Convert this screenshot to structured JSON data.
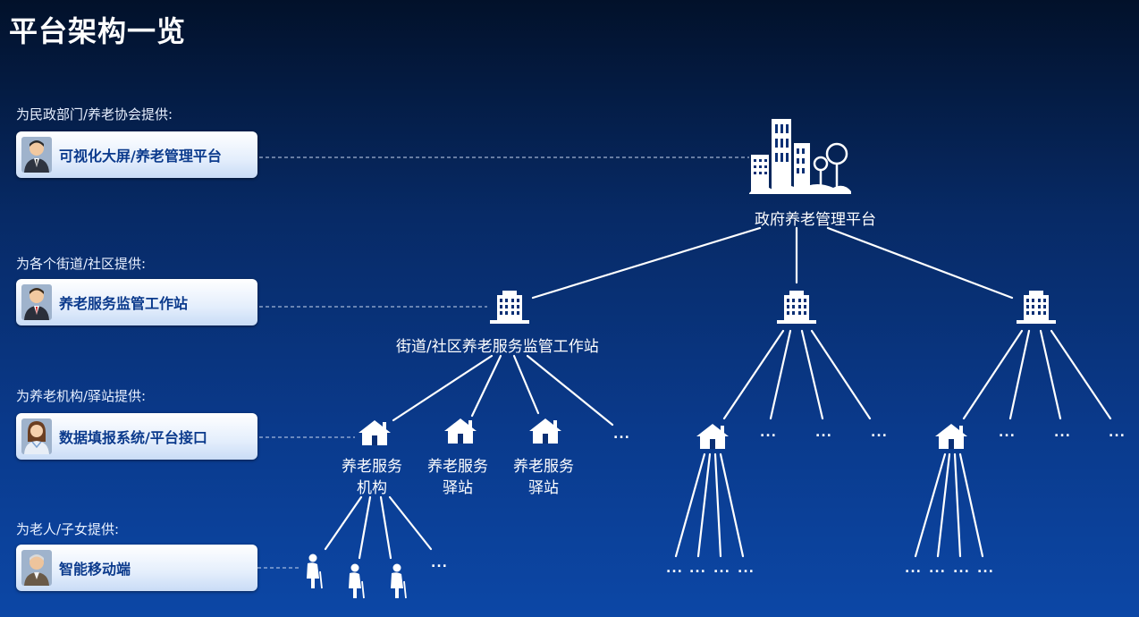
{
  "title": "平台架构一览",
  "roles": [
    {
      "label": "为民政部门/养老协会提供:",
      "card": "可视化大屏/养老管理平台",
      "avatar": "businessman-avatar"
    },
    {
      "label": "为各个街道/社区提供:",
      "card": "养老服务监管工作站",
      "avatar": "manager-red-tie-avatar"
    },
    {
      "label": "为养老机构/驿站提供:",
      "card": "数据填报系统/平台接口",
      "avatar": "woman-avatar"
    },
    {
      "label": "为老人/子女提供:",
      "card": "智能移动端",
      "avatar": "elderly-man-avatar"
    }
  ],
  "nodes": {
    "government": "政府养老管理平台",
    "street_station": "街道/社区养老服务监管工作站",
    "institution_line1": "养老服务",
    "institution_line2": "机构",
    "station_a_line1": "养老服务",
    "station_a_line2": "驿站",
    "station_b_line1": "养老服务",
    "station_b_line2": "驿站"
  },
  "ellipsis": "...",
  "icons": {
    "government": "city-buildings-trees-icon",
    "street": "office-building-icon",
    "facility": "house-icon",
    "elderly": "elderly-person-icon"
  },
  "colors": {
    "card_text": "#0b3a8c",
    "line": "#ffffff"
  }
}
